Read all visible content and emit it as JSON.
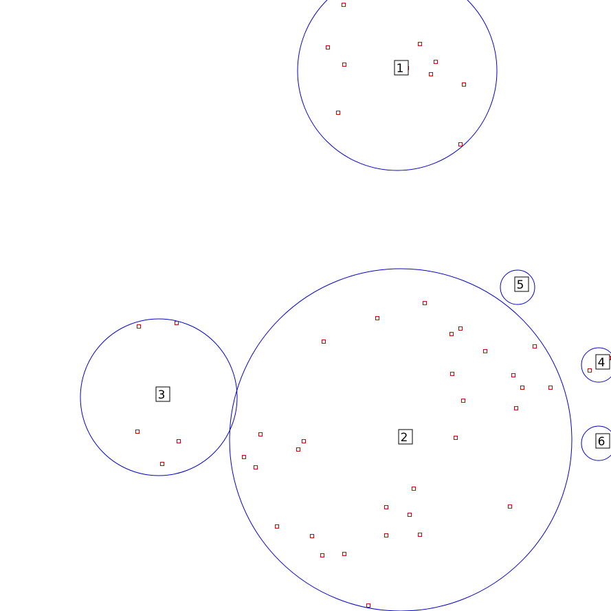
{
  "colors": {
    "circle_stroke": "#0000cc",
    "point_stroke": "#cc0000",
    "label_stroke": "#000000",
    "background": "#ffffff"
  },
  "clusters": [
    {
      "label": "1",
      "points": [
        [
          500,
          7
        ],
        [
          477,
          69
        ],
        [
          501,
          94
        ],
        [
          611,
          64
        ],
        [
          634,
          90
        ],
        [
          627,
          108
        ],
        [
          675,
          123
        ],
        [
          492,
          164
        ],
        [
          670,
          210
        ],
        [
          592,
          99
        ]
      ]
    },
    {
      "label": "2",
      "points": [
        [
          618,
          441
        ],
        [
          549,
          463
        ],
        [
          471,
          497
        ],
        [
          657,
          486
        ],
        [
          670,
          478
        ],
        [
          706,
          511
        ],
        [
          778,
          504
        ],
        [
          658,
          544
        ],
        [
          747,
          546
        ],
        [
          760,
          564
        ],
        [
          801,
          564
        ],
        [
          674,
          583
        ],
        [
          751,
          594
        ],
        [
          663,
          637
        ],
        [
          587,
          633
        ],
        [
          379,
          632
        ],
        [
          442,
          642
        ],
        [
          434,
          654
        ],
        [
          355,
          665
        ],
        [
          372,
          680
        ],
        [
          602,
          711
        ],
        [
          562,
          738
        ],
        [
          742,
          737
        ],
        [
          596,
          749
        ],
        [
          403,
          766
        ],
        [
          454,
          780
        ],
        [
          562,
          779
        ],
        [
          611,
          778
        ],
        [
          469,
          808
        ],
        [
          501,
          806
        ],
        [
          536,
          881
        ]
      ]
    },
    {
      "label": "3",
      "points": [
        [
          202,
          475
        ],
        [
          257,
          470
        ],
        [
          200,
          628
        ],
        [
          260,
          642
        ],
        [
          236,
          675
        ]
      ]
    },
    {
      "label": "4",
      "points": [
        [
          858,
          539
        ],
        [
          886,
          521
        ]
      ]
    },
    {
      "label": "5",
      "points": [
        [
          754,
          418
        ]
      ]
    },
    {
      "label": "6",
      "points": [
        [
          871,
          645
        ]
      ]
    }
  ]
}
